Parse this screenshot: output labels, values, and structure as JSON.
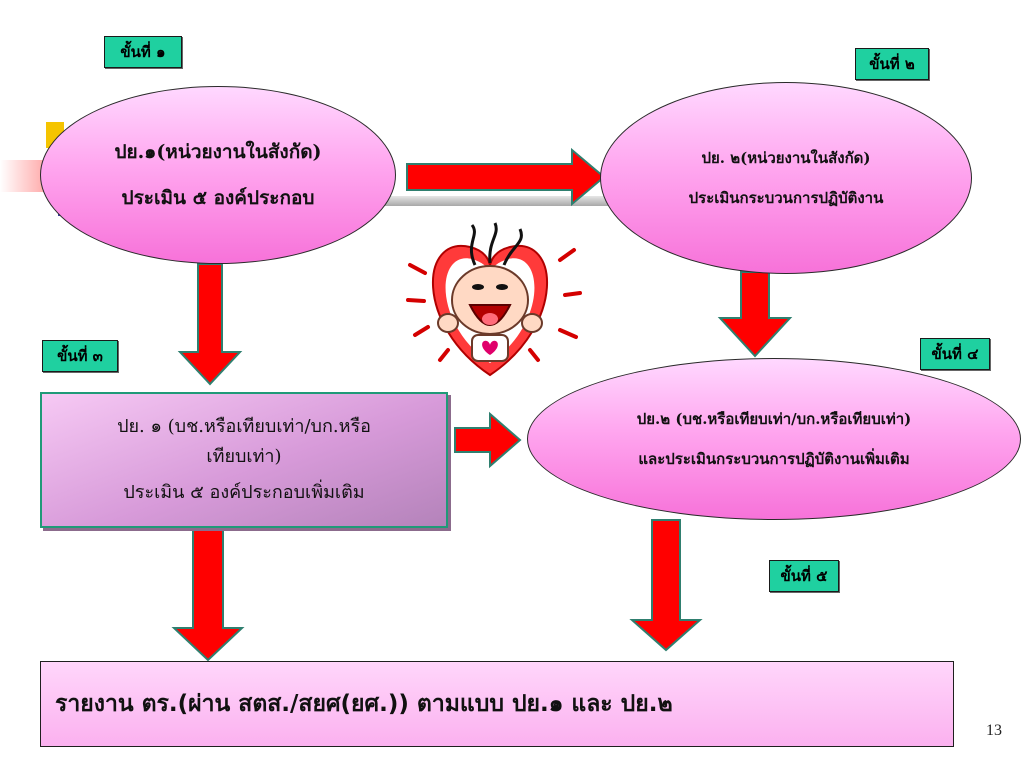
{
  "steps": {
    "s1": "ขั้นที่ ๑",
    "s2": "ขั้นที่ ๒",
    "s3": "ขั้นที่ ๓",
    "s4": "ขั้นที่ ๔",
    "s5": "ขั้นที่ ๕"
  },
  "node1": {
    "line1": "ปย.๑(หน่วยงานในสังกัด)",
    "line2": "ประเมิน ๕ องค์ประกอบ"
  },
  "node2": {
    "line1": "ปย. ๒(หน่วยงานในสังกัด)",
    "line2": "ประเมินกระบวนการปฏิบัติงาน"
  },
  "node3": {
    "line1": "ปย. ๑ (บช.หรือเทียบเท่า/บก.หรือ",
    "line2": "เทียบเท่า)",
    "line3": "ประเมิน ๕ องค์ประกอบเพิ่มเติม"
  },
  "node4": {
    "line1": "ปย.๒ (บช.หรือเทียบเท่า/บก.หรือเทียบเท่า)",
    "line2": "และประเมินกระบวนการปฏิบัติงานเพิ่มเติม"
  },
  "report": "รายงาน ตร.(ผ่าน สตส./สยศ(ยศ.)) ตามแบบ ปย.๑ และ ปย.๒",
  "page_number": "13",
  "colors": {
    "arrow": "#ff0000",
    "step_badge": "#1fd0a0",
    "node_fill": "#ffa6ef"
  }
}
